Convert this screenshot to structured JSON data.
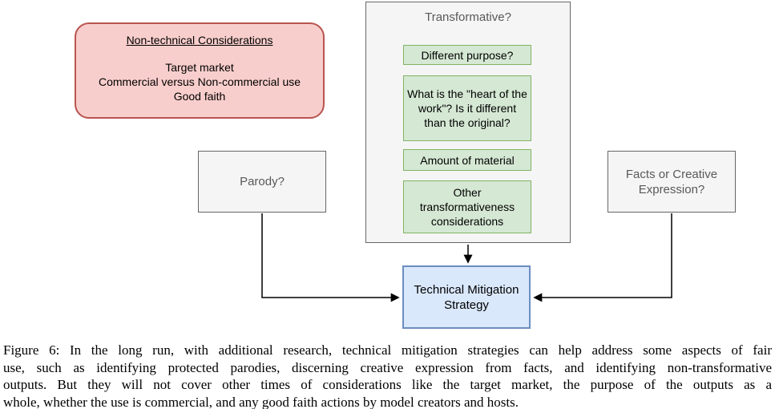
{
  "figure": {
    "non_technical_box": {
      "title": "Non-technical Considerations",
      "items": [
        "Target market",
        "Commercial versus Non-commercial use",
        "Good faith"
      ]
    },
    "transformative_group": {
      "title": "Transformative?",
      "items": [
        "Different purpose?",
        "What is the \"heart of the work\"? Is it different than the original?",
        "Amount of material",
        "Other transformativeness considerations"
      ]
    },
    "parody_box": {
      "label": "Parody?"
    },
    "facts_box": {
      "label": "Facts or Creative Expression?"
    },
    "strategy_box": {
      "label": "Technical Mitigation Strategy"
    }
  },
  "caption": {
    "lines": [
      "Figure 6: In the long run, with additional research, technical mitigation strategies can help address some aspects of fair",
      "use, such as identifying protected parodies, discerning creative expression from facts, and identifying non-transformative",
      "outputs. But they will not cover other times of considerations like the target market, the purpose of the outputs as a",
      "whole, whether the use is commercial, and any good faith actions by model creators and hosts."
    ]
  },
  "colors": {
    "pink-fill": "#f8cecc",
    "pink-stroke": "#b85450",
    "green-fill": "#d5e8d4",
    "green-stroke": "#82b366",
    "gray-fill": "#f5f5f5",
    "gray-stroke": "#666666",
    "blue-fill": "#dae8fc",
    "blue-stroke": "#6c8ebf",
    "arrow": "#000000"
  }
}
